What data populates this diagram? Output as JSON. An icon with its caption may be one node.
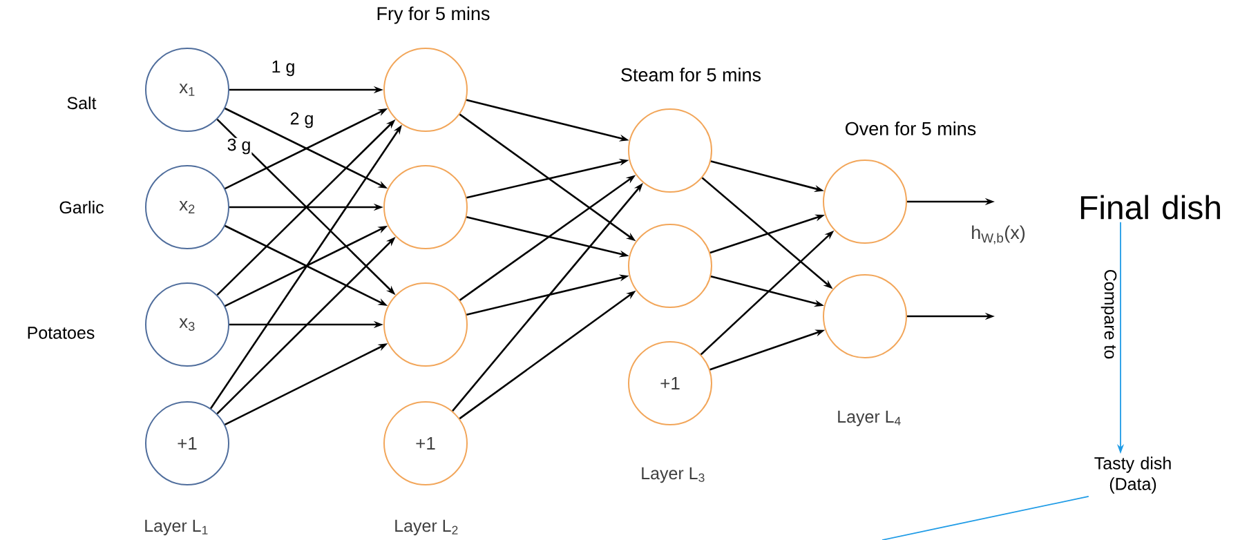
{
  "diagram": {
    "nodes": [
      {
        "text": [
          "x$_{1}$"
        ],
        "beside": [
          "Salt"
        ]
      },
      {
        "text": [
          "x$_{2}$"
        ],
        "beside": [
          "Garlic"
        ]
      },
      {
        "text": [
          "x$_{3}$"
        ],
        "beside": [
          "Potatoes"
        ]
      },
      {
        "text": [
          "+1"
        ]
      },
      {
        "text": [],
        "shape": "circle"
      },
      {
        "text": [],
        "shape": "circle"
      },
      {
        "text": [],
        "shape": "circle"
      },
      {
        "text": [
          "+1"
        ]
      },
      {
        "text": [],
        "shape": "circle"
      },
      {
        "text": [],
        "shape": "circle"
      },
      {
        "text": [
          "+1"
        ]
      },
      {
        "text": [],
        "shape": "circle"
      },
      {
        "text": [],
        "shape": "circle"
      },
      {
        "text": [
          "Final dish"
        ]
      },
      {
        "text": [
          "Tasty dish (Data)"
        ]
      }
    ],
    "edges": [
      {
        "from": 0,
        "to": 4,
        "arrow": "to",
        "label": "1 g"
      },
      {
        "from": 0,
        "to": 5,
        "arrow": "to",
        "label": "2 g"
      },
      {
        "from": 0,
        "to": 6,
        "arrow": "to",
        "label": "3 g"
      },
      {
        "from": 1,
        "to": 4,
        "arrow": "to"
      },
      {
        "from": 1,
        "to": 5,
        "arrow": "to"
      },
      {
        "from": 1,
        "to": 6,
        "arrow": "to"
      },
      {
        "from": 2,
        "to": 4,
        "arrow": "to"
      },
      {
        "from": 2,
        "to": 5,
        "arrow": "to"
      },
      {
        "from": 2,
        "to": 6,
        "arrow": "to"
      },
      {
        "from": 3,
        "to": 4,
        "arrow": "to"
      },
      {
        "from": 3,
        "to": 5,
        "arrow": "to"
      },
      {
        "from": 3,
        "to": 6,
        "arrow": "to"
      },
      {
        "from": 4,
        "to": 8,
        "arrow": "to"
      },
      {
        "from": 4,
        "to": 9,
        "arrow": "to"
      },
      {
        "from": 5,
        "to": 8,
        "arrow": "to"
      },
      {
        "from": 5,
        "to": 9,
        "arrow": "to"
      },
      {
        "from": 6,
        "to": 8,
        "arrow": "to"
      },
      {
        "from": 6,
        "to": 9,
        "arrow": "to"
      },
      {
        "from": 7,
        "to": 8,
        "arrow": "to"
      },
      {
        "from": 7,
        "to": 9,
        "arrow": "to"
      },
      {
        "from": 8,
        "to": 11,
        "arrow": "to"
      },
      {
        "from": 8,
        "to": 12,
        "arrow": "to"
      },
      {
        "from": 9,
        "to": 11,
        "arrow": "to"
      },
      {
        "from": 9,
        "to": 12,
        "arrow": "to"
      },
      {
        "from": 10,
        "to": 11,
        "arrow": "to"
      },
      {
        "from": 10,
        "to": 12,
        "arrow": "to"
      },
      {
        "from": 11,
        "to": null,
        "arrow": "to"
      },
      {
        "from": 12,
        "to": null,
        "arrow": "to"
      },
      {
        "from": 13,
        "to": 14,
        "arrow": "to",
        "label": "Compare to",
        "color": "#1e9be6"
      },
      {
        "from": 14,
        "to": null,
        "arrow": "none",
        "color": "#1e9be6"
      }
    ],
    "labels": [
      "Fry for 5 mins",
      "Steam for 5 mins",
      "Oven for 5 mins",
      "h$_{W,b}$(x)",
      "Layer L$_{1}$",
      "Layer L$_{2}$",
      "Layer L$_{3}$",
      "Layer L$_{4}$"
    ]
  }
}
